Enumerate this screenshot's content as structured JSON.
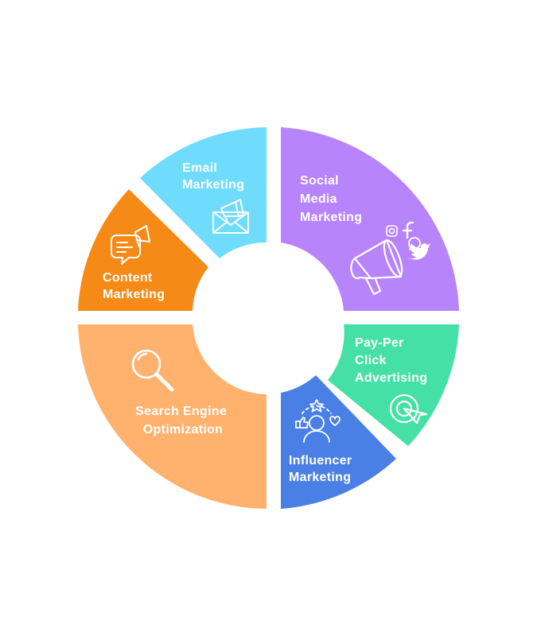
{
  "segments": [
    {
      "id": "social",
      "lines": [
        "Social",
        "Media",
        "Marketing"
      ],
      "color": "#b784fb",
      "icon": "megaphone-social-icon"
    },
    {
      "id": "ppc",
      "lines": [
        "Pay-Per",
        "Click",
        "Advertising"
      ],
      "color": "#45e0a5",
      "icon": "target-cursor-icon"
    },
    {
      "id": "influencer",
      "lines": [
        "Influencer",
        "Marketing"
      ],
      "color": "#4a80e6",
      "icon": "influencer-person-icon"
    },
    {
      "id": "seo",
      "lines": [
        "Search Engine",
        "Optimization"
      ],
      "color": "#ffb26e",
      "icon": "magnifier-icon"
    },
    {
      "id": "content",
      "lines": [
        "Content",
        "Marketing"
      ],
      "color": "#f58a16",
      "icon": "chat-megaphone-icon"
    },
    {
      "id": "email",
      "lines": [
        "Email",
        "Marketing"
      ],
      "color": "#6fdcfd",
      "icon": "envelope-megaphone-icon"
    }
  ],
  "social_icons": [
    "instagram-icon",
    "facebook-icon",
    "whatsapp-icon",
    "twitter-icon"
  ]
}
